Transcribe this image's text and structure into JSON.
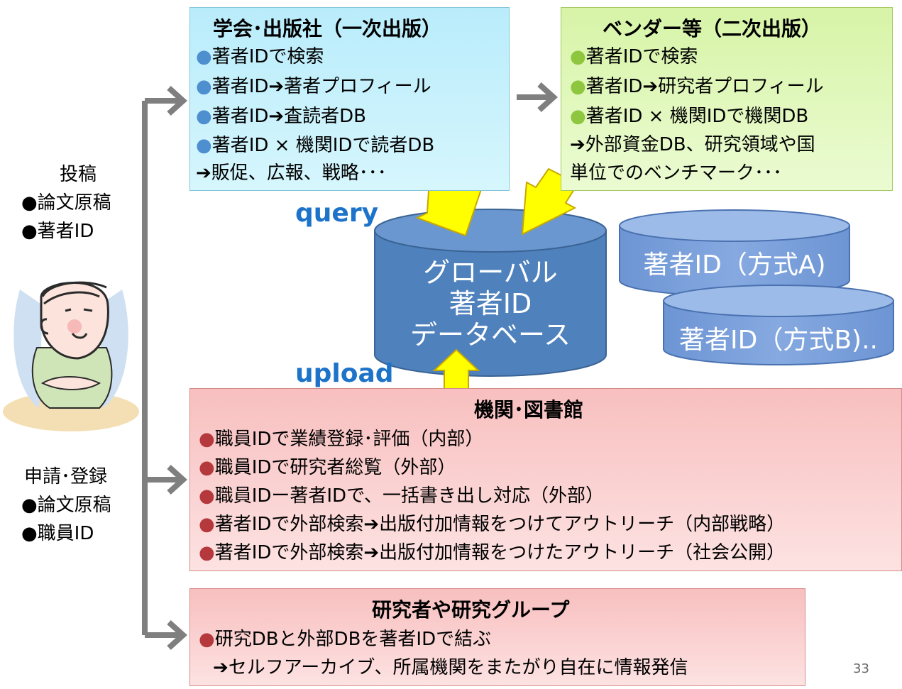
{
  "publisher": {
    "title": "学会･出版社（一次出版）",
    "items": [
      "著者IDで検索",
      "著者ID➔著者プロフィール",
      "著者ID➔査読者DB",
      "著者ID × 機関IDで読者DB"
    ],
    "footer": "➔販促、広報、戦略･･･",
    "bullet": "●"
  },
  "vendor": {
    "title": "ベンダー等（二次出版）",
    "items": [
      "著者IDで検索",
      "著者ID➔研究者プロフィール",
      "著者ID × 機関IDで機関DB"
    ],
    "footer_lines": [
      "➔外部資金DB、研究領域や国",
      "単位でのベンチマーク･･･"
    ],
    "bullet": "●"
  },
  "labels": {
    "query": "query",
    "upload": "upload"
  },
  "global_db": {
    "lines": [
      "グローバル",
      "著者ID",
      "データベース"
    ]
  },
  "db_a": "著者ID（方式A)",
  "db_b": "著者ID（方式B)..",
  "submit": {
    "title": "投稿",
    "items": [
      "●論文原稿",
      "●著者ID"
    ]
  },
  "apply": {
    "title": "申請･登録",
    "items": [
      "●論文原稿",
      "●職員ID"
    ]
  },
  "institution": {
    "title": "機関･図書館",
    "bullet": "●",
    "items": [
      "職員IDで業績登録･評価（内部）",
      "職員IDで研究者総覧（外部）",
      "職員IDー著者IDで、一括書き出し対応（外部）",
      "著者IDで外部検索➔出版付加情報をつけてアウトリーチ（内部戦略）",
      "著者IDで外部検索➔出版付加情報をつけたアウトリーチ（社会公開）"
    ]
  },
  "researchers": {
    "title": "研究者や研究グループ",
    "bullet": "●",
    "items": [
      "研究DBと外部DBを著者IDで結ぶ",
      "➔セルフアーカイブ、所属機関をまたがり自在に情報発信"
    ]
  },
  "page_number": "33",
  "colors": {
    "db_blue": "#4f81bd",
    "db_light": "#7fa4da",
    "arrow_yellow": "#ffff00",
    "red_arrow": "#c00000"
  }
}
